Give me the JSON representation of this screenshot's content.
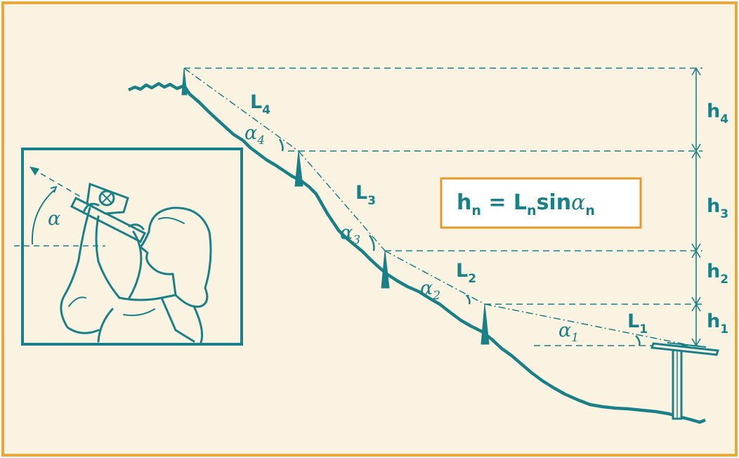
{
  "colors": {
    "background": "#fbf3e2",
    "border": "#e8a93a",
    "ink": "#1a8088",
    "formula_box_border": "#e49a2a",
    "formula_box_fill": "#ffffff"
  },
  "formula": {
    "h": "h",
    "n1": "n",
    "eq": " = L",
    "n2": "n",
    "sin": "sin",
    "alpha": "α",
    "n3": "n"
  },
  "segments": [
    {
      "L": "L",
      "h": "h",
      "a": "α",
      "n": "1"
    },
    {
      "L": "L",
      "h": "h",
      "a": "α",
      "n": "2"
    },
    {
      "L": "L",
      "h": "h",
      "a": "α",
      "n": "3"
    },
    {
      "L": "L",
      "h": "h",
      "a": "α",
      "n": "4"
    }
  ],
  "inset": {
    "angle_label": "α"
  }
}
